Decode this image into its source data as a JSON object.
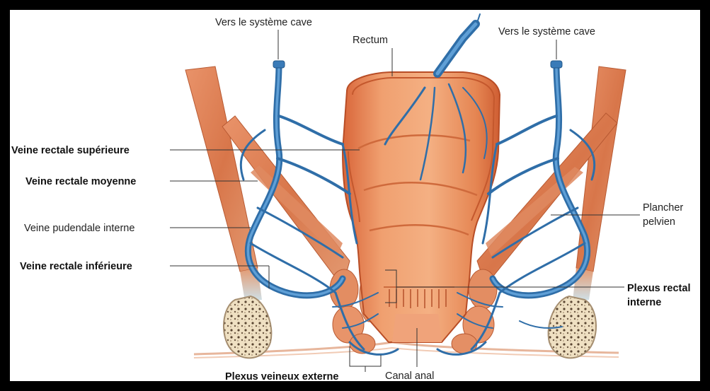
{
  "labels": {
    "vers_cave_left": "Vers le système cave",
    "vers_cave_right": "Vers le système cave",
    "rectum": "Rectum",
    "veine_rectale_superieure": "Veine rectale supérieure",
    "veine_rectale_moyenne": "Veine rectale moyenne",
    "veine_pudendale_interne": "Veine pudendale interne",
    "veine_rectale_inferieure": "Veine rectale inférieure",
    "plancher_line1": "Plancher",
    "plancher_line2": "pelvien",
    "plexus_rectal_line1": "Plexus rectal",
    "plexus_rectal_line2": "interne",
    "plexus_veineux_externe": "Plexus veineux externe",
    "canal_anal": "Canal anal"
  },
  "colors": {
    "frame": "#000000",
    "background": "#ffffff",
    "vein": "#2f6ea8",
    "muscle": "#e08a5a",
    "rectum_wall": "#e8824f",
    "rectum_lumen": "#f2a676",
    "bone": "#f1e3c8"
  }
}
